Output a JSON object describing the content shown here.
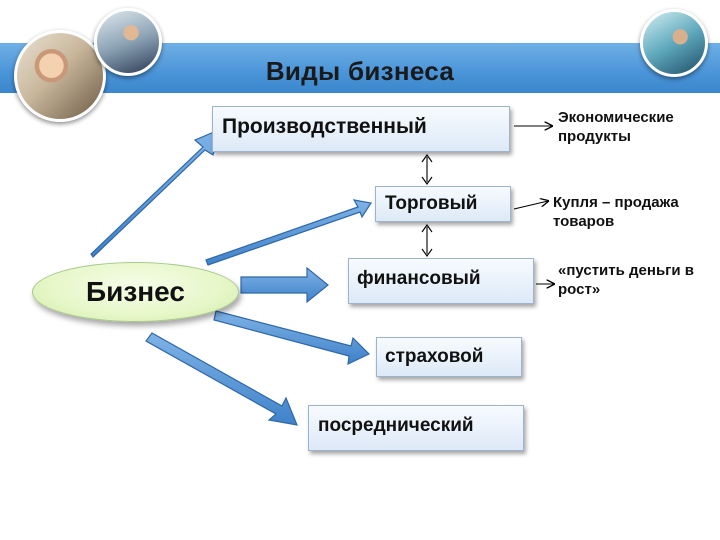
{
  "header": {
    "title": "Виды бизнеса"
  },
  "center": {
    "label": "Бизнес"
  },
  "types": {
    "production": "Производственный",
    "trade": "Торговый",
    "finance": "финансовый",
    "insurance": "страховой",
    "intermediary": "посредническ­и­й"
  },
  "notes": {
    "production": "Экономические продукты",
    "trade": "Купля – продажа товаров",
    "finance": "«пустить деньги в рост»"
  },
  "colors": {
    "banner": "#4a94d8",
    "arrow_fill": "#4f90d4",
    "arrow_stroke": "#2f67a8",
    "ellipse": "#e6f7c8"
  }
}
